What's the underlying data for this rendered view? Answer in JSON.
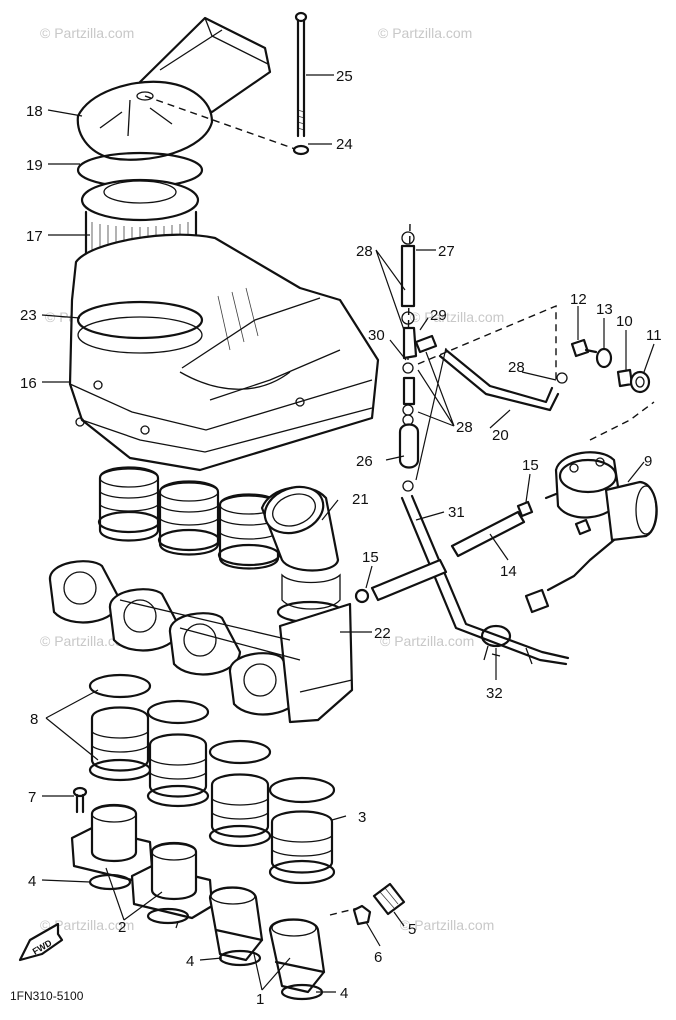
{
  "watermark": {
    "text": "© Partzilla.com"
  },
  "diagram_code": "1FN310-5100",
  "fwd_label": "FWD",
  "callouts": {
    "c1": "1",
    "c2": "2",
    "c3": "3",
    "c4a": "4",
    "c4b": "4",
    "c4c": "4",
    "c5": "5",
    "c6": "6",
    "c7": "7",
    "c8": "8",
    "c9": "9",
    "c10": "10",
    "c11": "11",
    "c12": "12",
    "c13": "13",
    "c14": "14",
    "c15a": "15",
    "c15b": "15",
    "c16": "16",
    "c17": "17",
    "c18": "18",
    "c19": "19",
    "c20": "20",
    "c21": "21",
    "c22": "22",
    "c23": "23",
    "c24": "24",
    "c25": "25",
    "c26": "26",
    "c27": "27",
    "c28a": "28",
    "c28b": "28",
    "c28c": "28",
    "c29": "29",
    "c30": "30",
    "c31": "31",
    "c32": "32"
  }
}
